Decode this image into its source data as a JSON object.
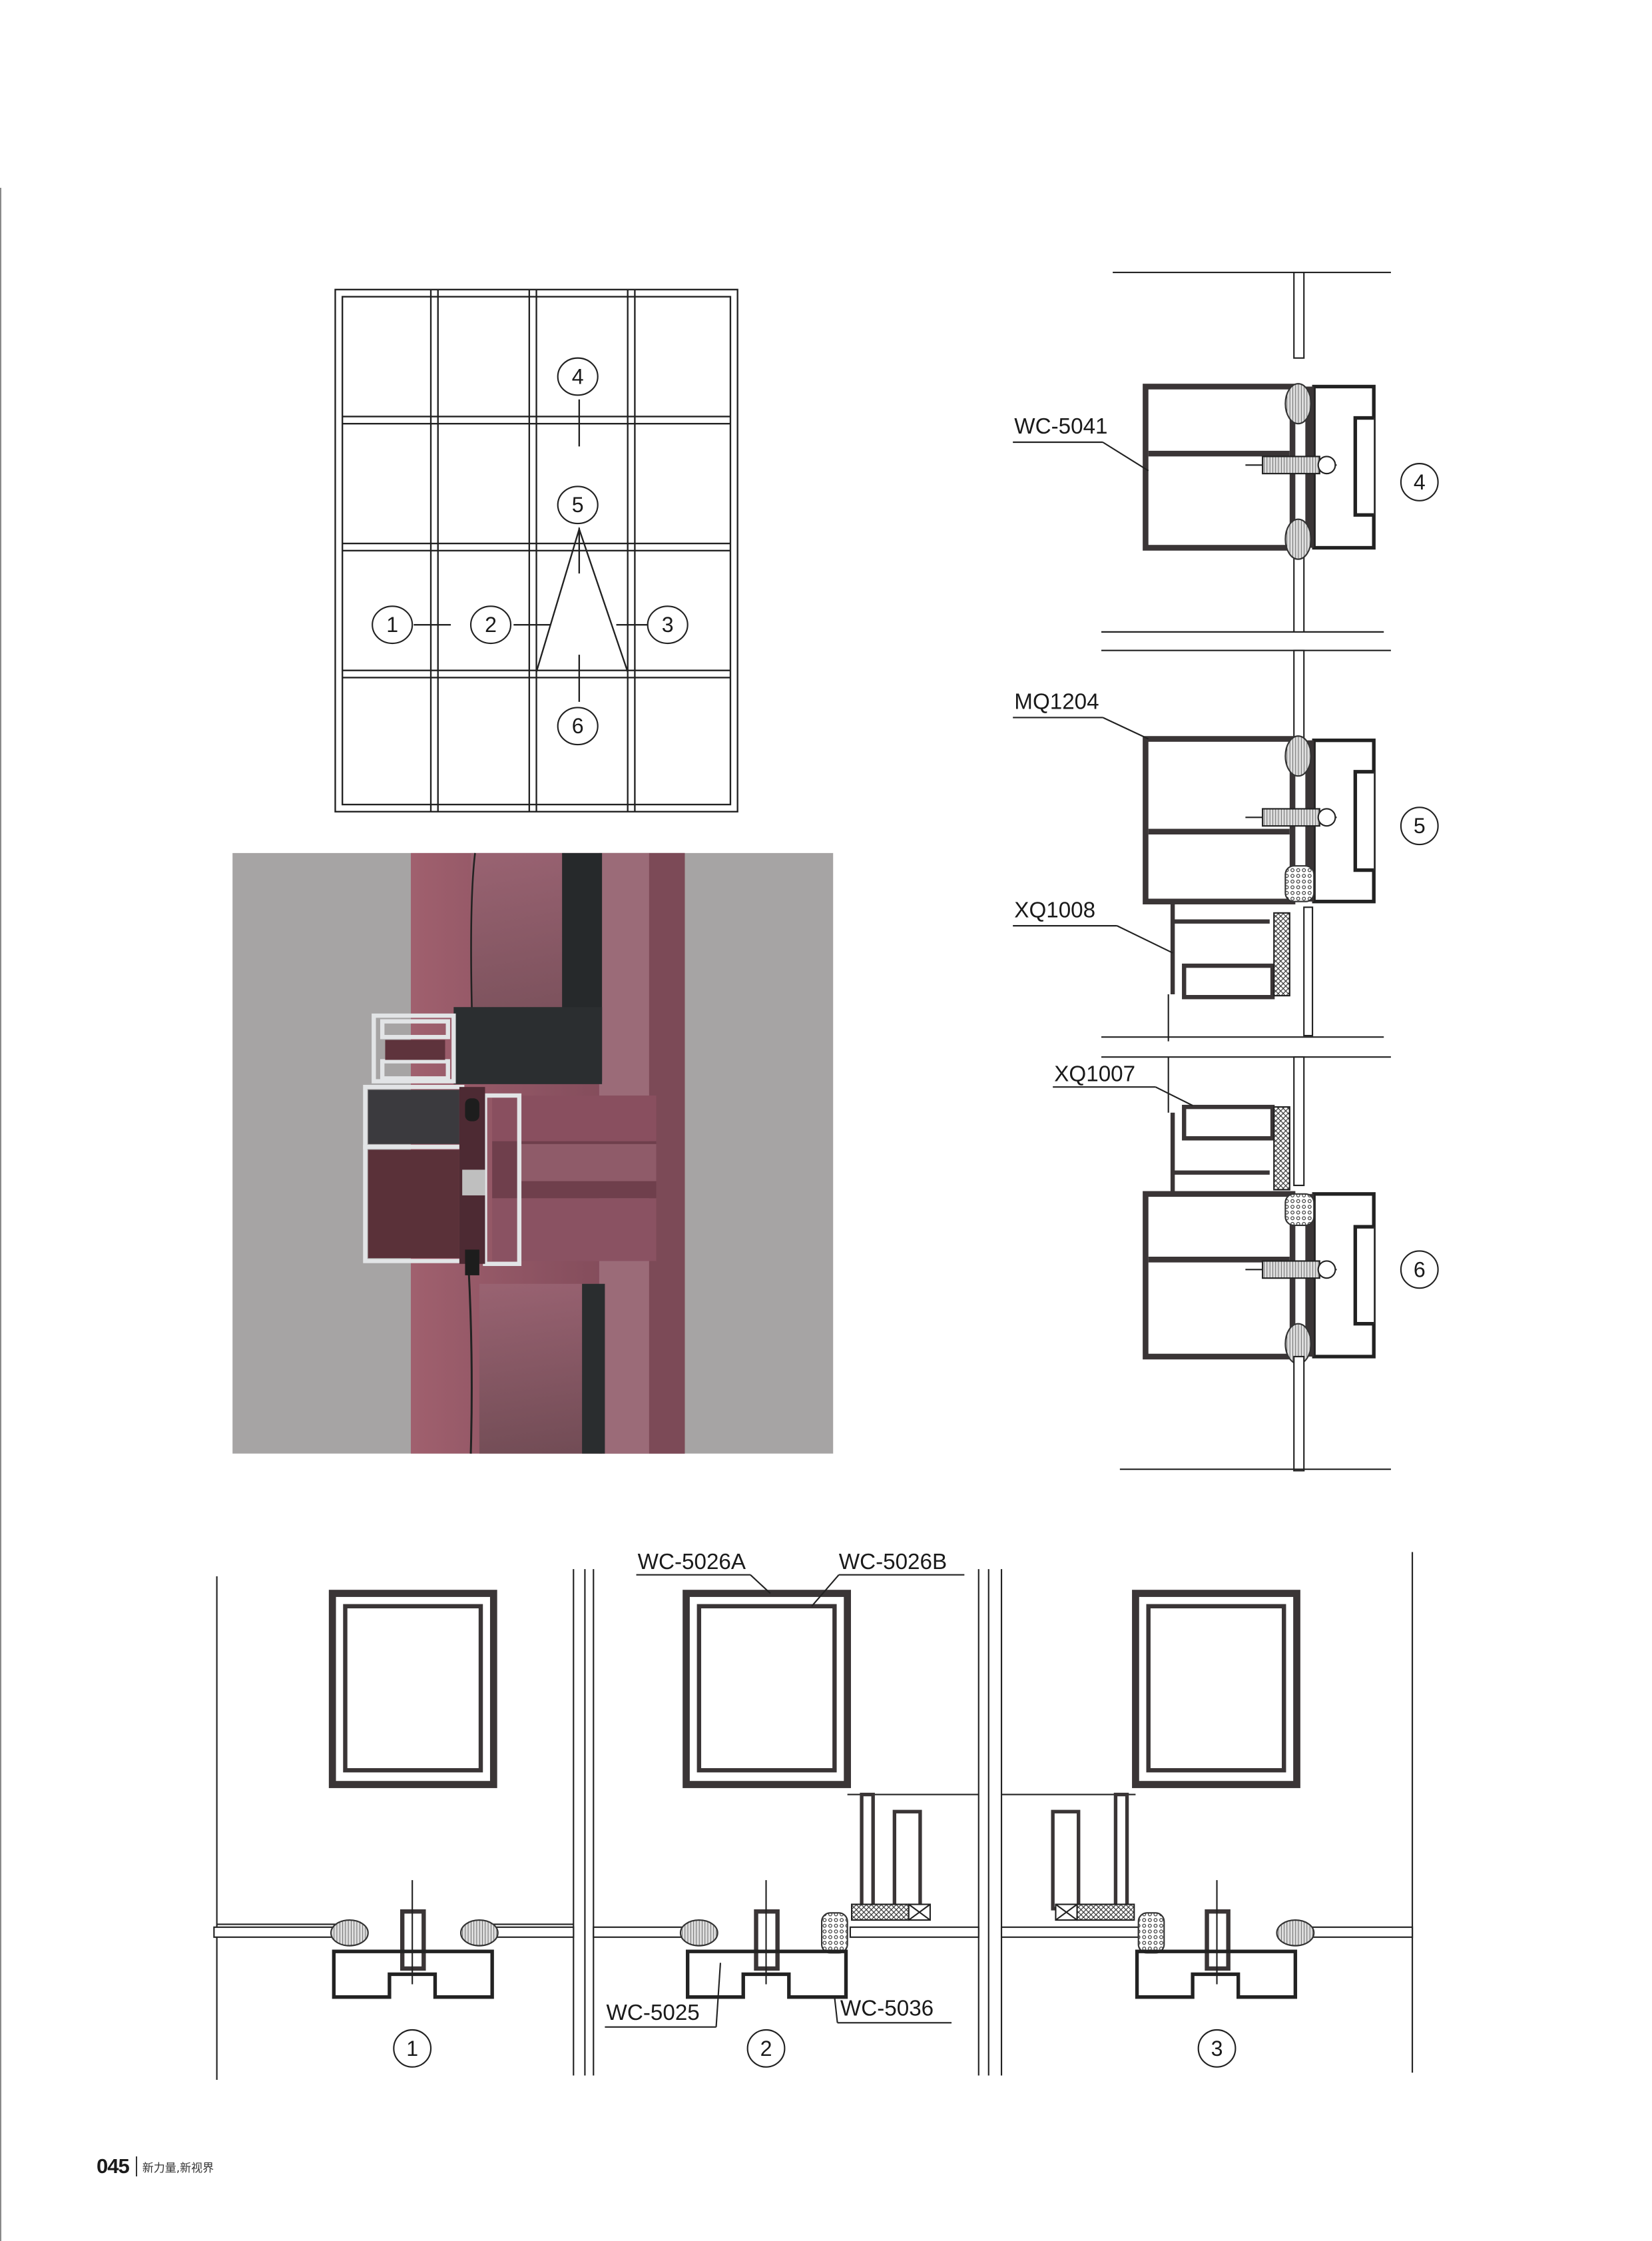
{
  "elevation": {
    "grid": {
      "columns": 4,
      "rows": 4
    },
    "callouts": [
      {
        "id": "1",
        "label": "1"
      },
      {
        "id": "2",
        "label": "2"
      },
      {
        "id": "3",
        "label": "3"
      },
      {
        "id": "4",
        "label": "4"
      },
      {
        "id": "5",
        "label": "5"
      },
      {
        "id": "6",
        "label": "6"
      }
    ]
  },
  "render": {
    "colors": {
      "background": "#a6a4a4",
      "frame": "#8e5563",
      "glass_frame": "#2a2d2f",
      "aluminum": "#d8dadc"
    }
  },
  "vertical_sections": [
    {
      "detail": "4",
      "parts": [
        "WC-5041"
      ]
    },
    {
      "detail": "5",
      "parts": [
        "MQ1204",
        "XQ1008"
      ]
    },
    {
      "detail": "6",
      "parts": [
        "XQ1007"
      ]
    }
  ],
  "horizontal_sections": [
    {
      "detail": "1",
      "parts": []
    },
    {
      "detail": "2",
      "parts": [
        "WC-5026A",
        "WC-5026B",
        "WC-5025",
        "WC-5036"
      ]
    },
    {
      "detail": "3",
      "parts": []
    }
  ],
  "labels": {
    "wc5041": "WC-5041",
    "mq1204": "MQ1204",
    "xq1008": "XQ1008",
    "xq1007": "XQ1007",
    "wc5026a": "WC-5026A",
    "wc5026b": "WC-5026B",
    "wc5025": "WC-5025",
    "wc5036": "WC-5036"
  },
  "footer": {
    "page_number": "045",
    "slogan": "新力量,新视界"
  }
}
